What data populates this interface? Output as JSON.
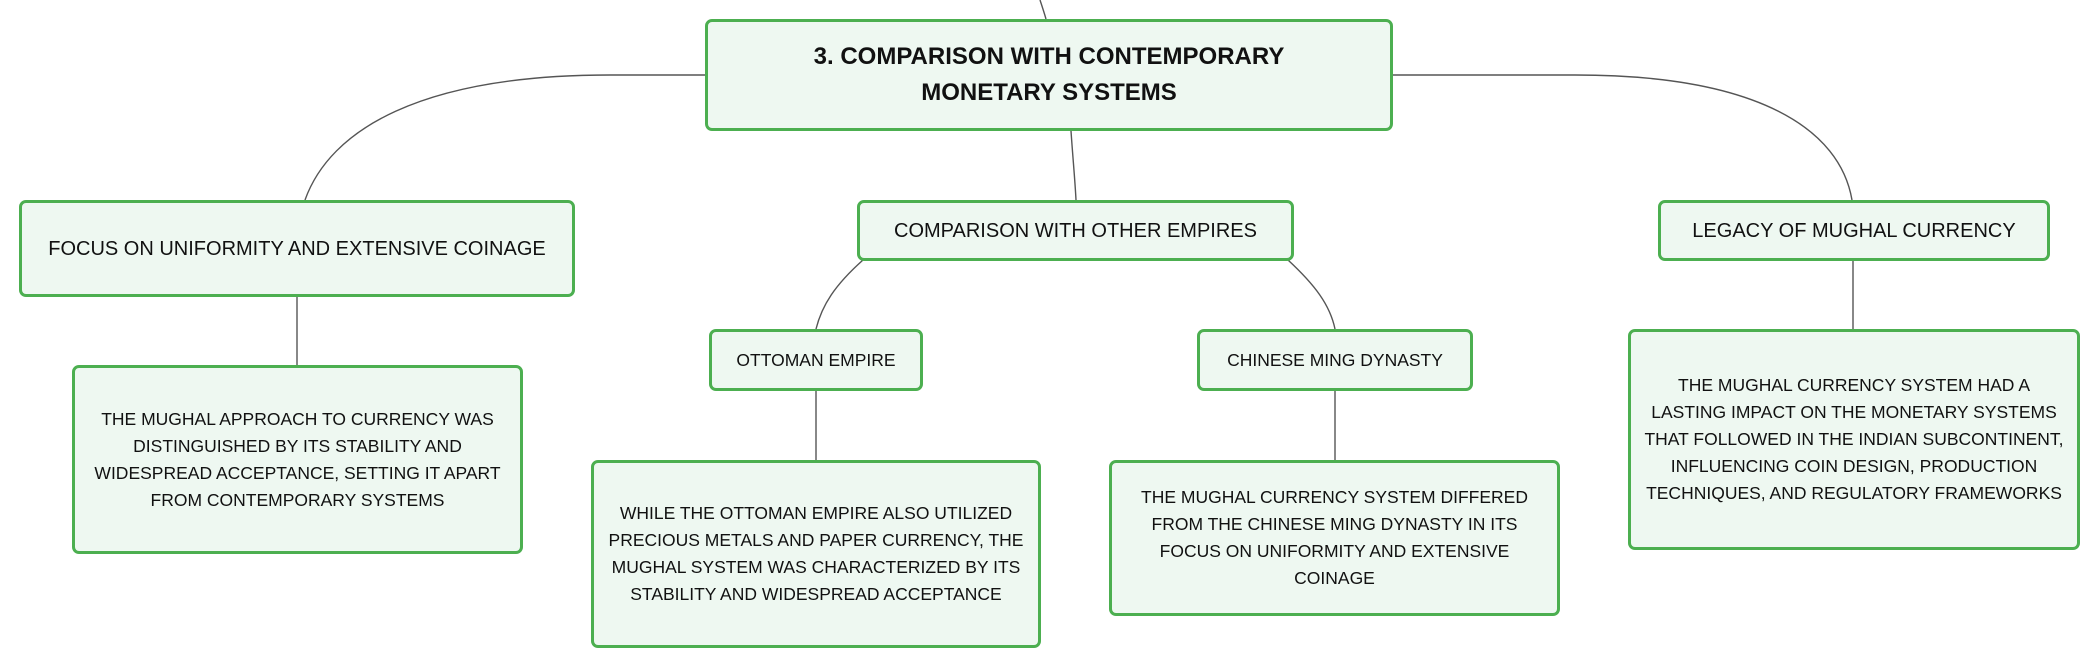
{
  "diagram": {
    "root": {
      "label": "3. COMPARISON WITH CONTEMPORARY MONETARY SYSTEMS"
    },
    "branches": [
      {
        "label": "FOCUS ON UNIFORMITY AND EXTENSIVE COINAGE",
        "detail": "THE MUGHAL APPROACH TO CURRENCY WAS DISTINGUISHED BY ITS STABILITY AND WIDESPREAD ACCEPTANCE, SETTING IT APART FROM CONTEMPORARY SYSTEMS"
      },
      {
        "label": "COMPARISON WITH OTHER EMPIRES",
        "children": [
          {
            "label": "OTTOMAN EMPIRE",
            "detail": "WHILE THE OTTOMAN EMPIRE ALSO UTILIZED PRECIOUS METALS AND PAPER CURRENCY, THE MUGHAL SYSTEM WAS CHARACTERIZED BY ITS STABILITY AND WIDESPREAD ACCEPTANCE"
          },
          {
            "label": "CHINESE MING DYNASTY",
            "detail": "THE MUGHAL CURRENCY SYSTEM DIFFERED FROM THE CHINESE MING DYNASTY IN ITS FOCUS ON UNIFORMITY AND EXTENSIVE COINAGE"
          }
        ]
      },
      {
        "label": "LEGACY OF MUGHAL CURRENCY",
        "detail": "THE MUGHAL CURRENCY SYSTEM HAD A LASTING IMPACT ON THE MONETARY SYSTEMS THAT FOLLOWED IN THE INDIAN SUBCONTINENT, INFLUENCING COIN DESIGN, PRODUCTION TECHNIQUES, AND REGULATORY FRAMEWORKS"
      }
    ]
  },
  "colors": {
    "node_fill": "#eef8f1",
    "node_border": "#4caf50",
    "connector": "#555555",
    "text": "#111111"
  }
}
